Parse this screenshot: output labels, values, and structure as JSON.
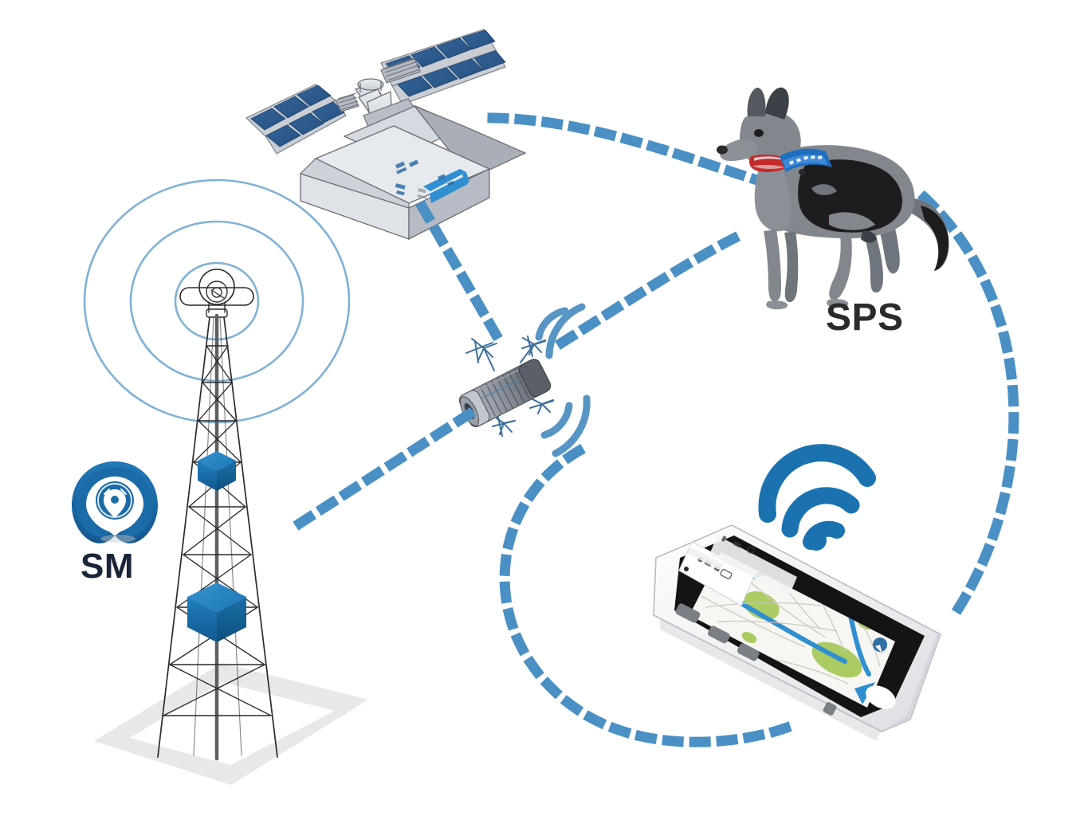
{
  "diagram": {
    "title": "GPS pet tracking network diagram",
    "background_color": "#ffffff",
    "labels": [
      {
        "id": "sps",
        "text": "SPS",
        "color": "#2b2b2b"
      },
      {
        "id": "sm",
        "text": "SM",
        "color": "#1b2539"
      }
    ],
    "palette": {
      "dash_blue": "#4a90c4",
      "signal_blue": "#6aa5cf",
      "wifi_blue": "#1a73b0",
      "pin_blue": "#1b6ba8",
      "cube_blue": "#1976b5",
      "tower_line": "#2b2b2b",
      "satellite_panel": "#2f5f99",
      "satellite_body": "#d9dde2",
      "dog_grey": "#7d8289",
      "dog_black": "#1d1d1f",
      "dog_tongue": "#c62b2b",
      "collar_blue": "#1f6fc0",
      "phone_white": "#f4f5f7",
      "phone_black": "#141414",
      "map_green": "#9ec54a",
      "map_route": "#2f8fd0",
      "ground_shadow": "#e2e2e2"
    }
  },
  "nodes": [
    {
      "id": "satellite",
      "name": "satellite",
      "label": ""
    },
    {
      "id": "cell-tower",
      "name": "cell tower",
      "label": ""
    },
    {
      "id": "gps-tracker",
      "name": "gps tracker device",
      "label": ""
    },
    {
      "id": "dog",
      "name": "dog with tracking collar",
      "label": ""
    },
    {
      "id": "smartphone",
      "name": "smartphone with map app",
      "label": ""
    },
    {
      "id": "location-pin",
      "name": "location pin marker",
      "label": "SM"
    },
    {
      "id": "wifi-symbol",
      "name": "wifi signal symbol",
      "label": ""
    }
  ],
  "connections": [
    {
      "from": "satellite",
      "to": "dog",
      "style": "dashed"
    },
    {
      "from": "satellite",
      "to": "gps-tracker",
      "style": "dashed"
    },
    {
      "from": "gps-tracker",
      "to": "dog",
      "style": "dashed"
    },
    {
      "from": "gps-tracker",
      "to": "cell-tower",
      "style": "dashed"
    },
    {
      "from": "dog",
      "to": "smartphone",
      "style": "dashed-arc"
    },
    {
      "from": "gps-tracker",
      "to": "smartphone",
      "style": "dashed-arc"
    }
  ]
}
